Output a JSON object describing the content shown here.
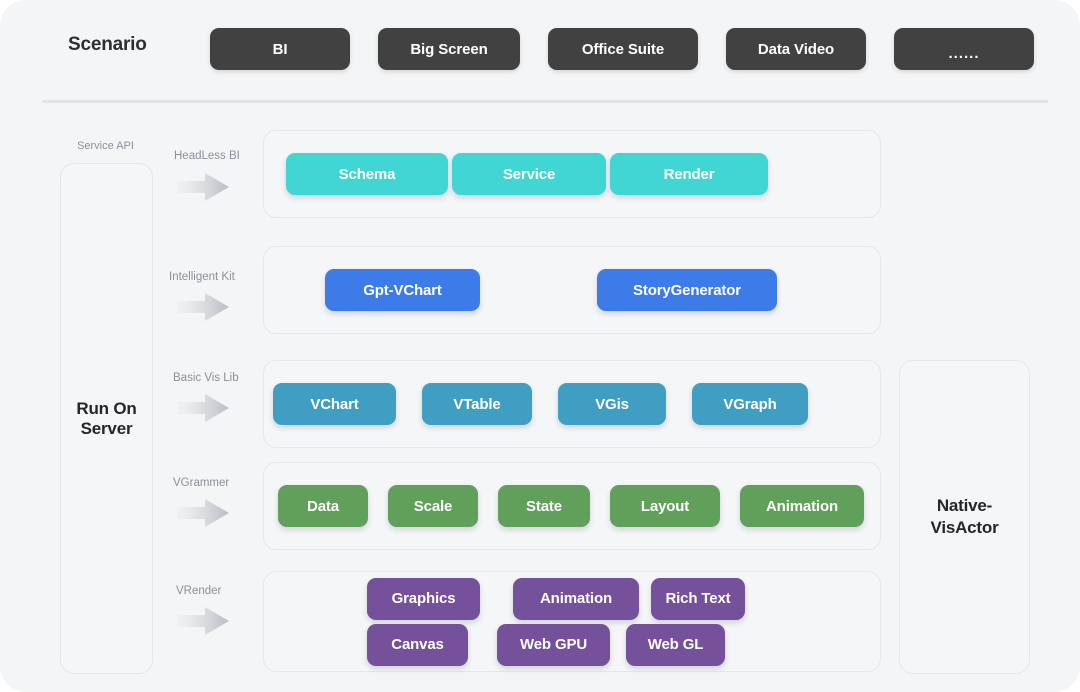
{
  "scenario": {
    "title": "Scenario",
    "chips": [
      {
        "label": "BI"
      },
      {
        "label": "Big Screen"
      },
      {
        "label": "Office Suite"
      },
      {
        "label": "Data Video"
      },
      {
        "label": "......"
      }
    ]
  },
  "server_column": {
    "top_label": "Service API",
    "title": "Run On\nServer",
    "title_line1": "Run On",
    "title_line2": "Server"
  },
  "native_column": {
    "title_line1": "Native-",
    "title_line2": "VisActor"
  },
  "layers": [
    {
      "label": "HeadLess BI",
      "color": "#41d6d3",
      "items": [
        "Schema",
        "Service",
        "Render"
      ]
    },
    {
      "label": "Intelligent Kit",
      "color": "#3c7be8",
      "items": [
        "Gpt-VChart",
        "StoryGenerator"
      ]
    },
    {
      "label": "Basic Vis Lib",
      "color": "#3f9ec2",
      "items": [
        "VChart",
        "VTable",
        "VGis",
        "VGraph"
      ]
    },
    {
      "label": "VGrammer",
      "color": "#61a05b",
      "items": [
        "Data",
        "Scale",
        "State",
        "Layout",
        "Animation"
      ]
    },
    {
      "label": "VRender",
      "color": "#74519a",
      "row1": [
        "Graphics",
        "Animation",
        "Rich Text"
      ],
      "row2": [
        "Canvas",
        "Web GPU",
        "Web GL"
      ]
    }
  ],
  "colors": {
    "page_background": "#f4f5f6",
    "panel_background": "#f4f6f8",
    "panel_border": "#e3e8ef",
    "scenario_chip": "#414141",
    "divider": "#dfe3ea",
    "label_text": "#8b9099",
    "heading_text": "#23272b"
  }
}
